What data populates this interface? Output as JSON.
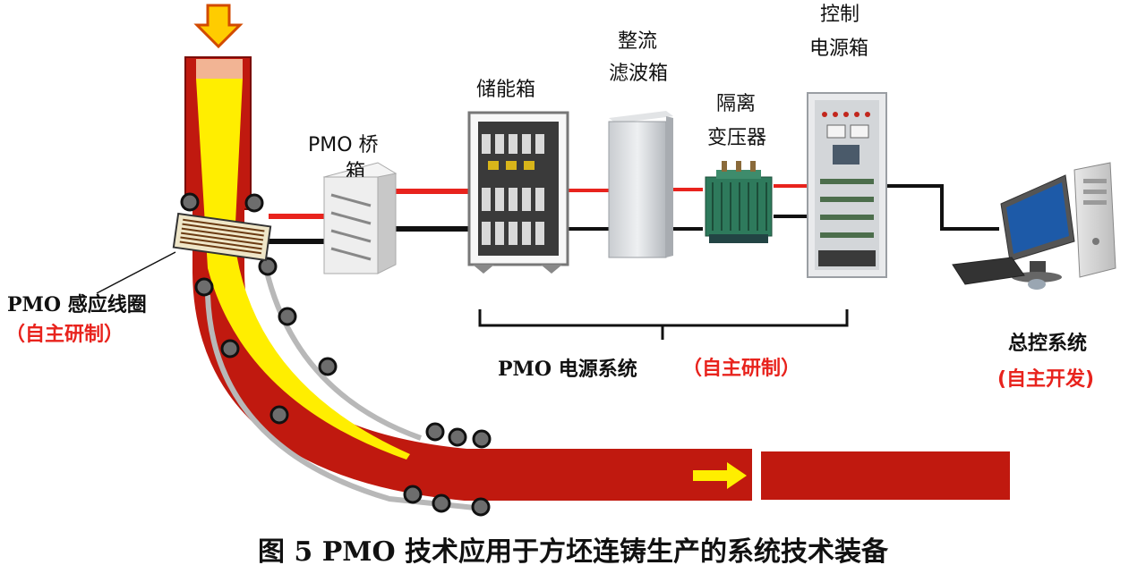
{
  "labels": {
    "bridge": "PMO 桥",
    "bridge_cut": "箱",
    "storage": "储能箱",
    "rectifier_line1": "整流",
    "rectifier_line2": "滤波箱",
    "control_line1": "控制",
    "control_line2": "电源箱",
    "transformer_line1": "隔离",
    "transformer_line2": "变压器",
    "coil": "PMO 感应线圈",
    "coil_note": "（自主研制）",
    "power_system": "PMO 电源系统",
    "power_system_note": "（自主研制）",
    "master_control": "总控系统",
    "master_control_note": "(自主开发)"
  },
  "caption": "图  5 PMO 技术应用于方坯连铸生产的系统技术装备",
  "colors": {
    "strand": "#c0190f",
    "core": "#ffee00",
    "accent_red": "#e8231d",
    "arrow_fill": "#ffcc00",
    "arrow_stroke": "#d24a00"
  }
}
